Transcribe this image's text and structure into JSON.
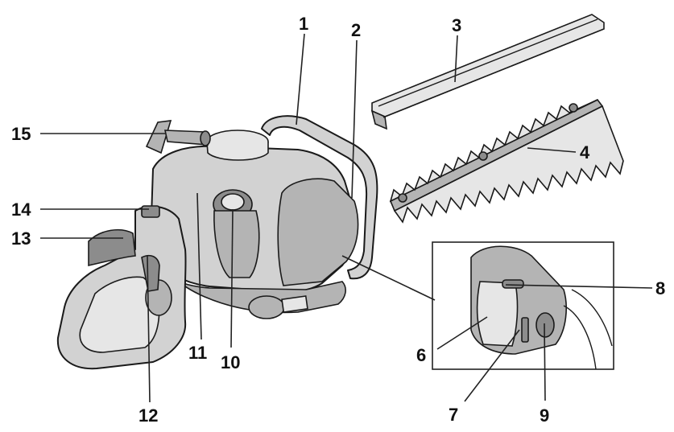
{
  "diagram": {
    "parts": [
      {
        "number": "1"
      },
      {
        "number": "2"
      },
      {
        "number": "3"
      },
      {
        "number": "4"
      },
      {
        "number": "6"
      },
      {
        "number": "7"
      },
      {
        "number": "8"
      },
      {
        "number": "9"
      },
      {
        "number": "10"
      },
      {
        "number": "11"
      },
      {
        "number": "12"
      },
      {
        "number": "13"
      },
      {
        "number": "14"
      },
      {
        "number": "15"
      }
    ]
  }
}
